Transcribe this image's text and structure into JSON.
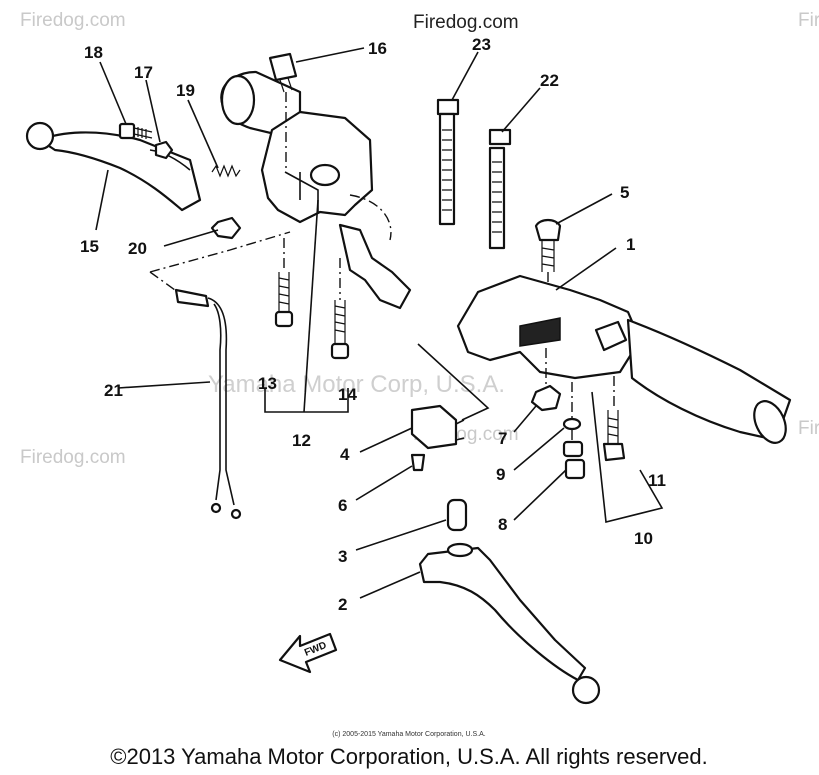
{
  "watermarks": {
    "top_left": "Firedog.com",
    "top_center": "Firedog.com",
    "top_right": "Fir",
    "mid_left": "Firedog.com",
    "mid_center": "Firedog.com",
    "mid_right": "Fir",
    "center": "Yamaha Motor Corp, U.S.A."
  },
  "callouts": [
    "1",
    "2",
    "3",
    "4",
    "5",
    "6",
    "7",
    "8",
    "9",
    "10",
    "11",
    "12",
    "13",
    "14",
    "15",
    "16",
    "17",
    "18",
    "19",
    "20",
    "21",
    "22",
    "23"
  ],
  "fwd_label": "FWD",
  "small_copyright": "(c) 2005-2015 Yamaha Motor Corporation, U.S.A.",
  "footer_copyright": "©2013 Yamaha Motor Corporation, U.S.A. All rights reserved."
}
